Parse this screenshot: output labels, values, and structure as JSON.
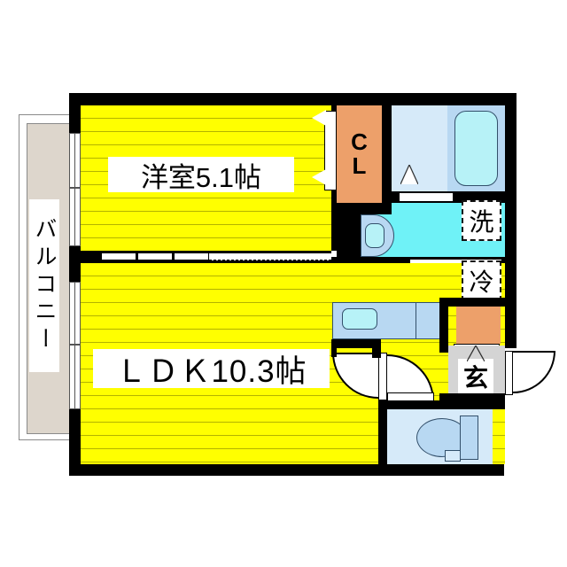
{
  "plan": {
    "type": "japanese-apartment-floorplan",
    "rooms": [
      {
        "id": "balcony",
        "label": "バルコニー",
        "orientation": "vertical"
      },
      {
        "id": "bedroom",
        "label": "洋室5.1帖",
        "size_jo": 5.1
      },
      {
        "id": "ldk",
        "label": "ＬＤＫ10.3帖",
        "size_jo": 10.3
      },
      {
        "id": "closet",
        "label": "CL"
      },
      {
        "id": "entrance",
        "label": "玄"
      }
    ],
    "appliance_tags": [
      {
        "id": "washer",
        "label": "洗"
      },
      {
        "id": "fridge",
        "label": "冷"
      }
    ],
    "closet_text": {
      "line1": "C",
      "line2": "L"
    },
    "fixtures": [
      {
        "id": "bathtub",
        "name": "bathtub"
      },
      {
        "id": "washbasin",
        "name": "washbasin"
      },
      {
        "id": "kitchen-counter",
        "name": "kitchen-counter"
      },
      {
        "id": "kitchen-sink",
        "name": "kitchen-sink"
      },
      {
        "id": "toilet",
        "name": "toilet"
      },
      {
        "id": "shoe-cabinet",
        "name": "shoe-cabinet"
      }
    ],
    "colors": {
      "wall": "#000000",
      "floor": "#ffff00",
      "floor_line": "#b3b300",
      "balcony": "#ddd6cc",
      "closet": "#eda06a",
      "entrance": "#d4d4d4",
      "washroom": "#6ff2f7",
      "bath": "#d6eaf9",
      "tub": "#b7f2f7",
      "kitchen": "#b8d8f2",
      "toilet_room": "#d6eaf9"
    }
  }
}
